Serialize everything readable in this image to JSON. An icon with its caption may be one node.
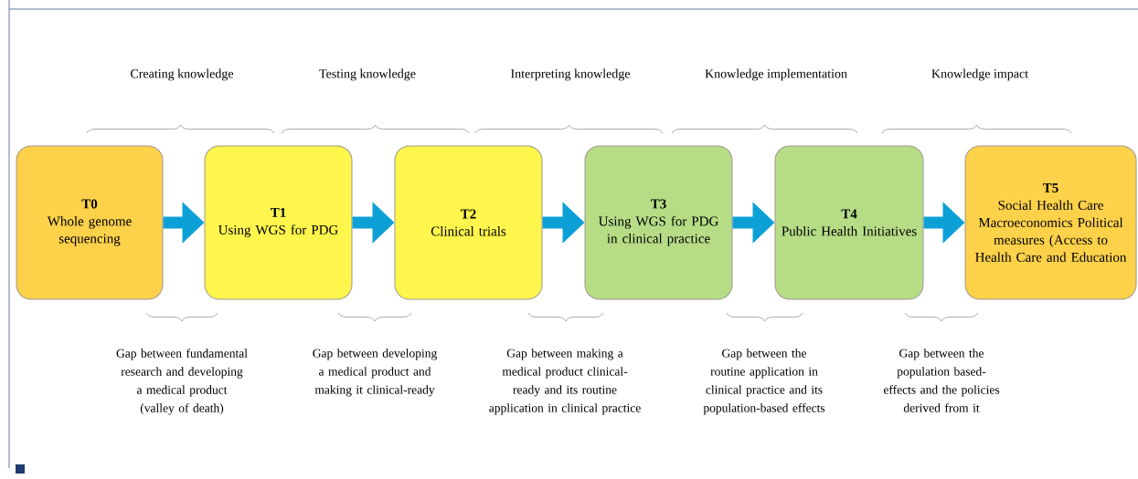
{
  "diagram": {
    "nodes": [
      {
        "text": [
          "T0",
          "Whole genome sequencing"
        ]
      },
      {
        "text": [
          "T1",
          "Using WGS for PDG"
        ]
      },
      {
        "text": [
          "T2",
          "Clinical trials"
        ]
      },
      {
        "text": [
          "T3",
          "Using WGS for PDG in clinical practice"
        ]
      },
      {
        "text": [
          "T4",
          "Public Health Initiatives"
        ]
      },
      {
        "text": [
          "T5",
          "Social Health Care Macroeconomics Political measures (Access to Health Care and Education"
        ]
      }
    ],
    "edges": [
      {
        "from": 0,
        "to": 1,
        "arrow": "to"
      },
      {
        "from": 1,
        "to": 2,
        "arrow": "to"
      },
      {
        "from": 2,
        "to": 3,
        "arrow": "to"
      },
      {
        "from": 3,
        "to": 4,
        "arrow": "to"
      },
      {
        "from": 4,
        "to": 5,
        "arrow": "to"
      }
    ],
    "labels": [
      "Creating knowledge",
      "Testing knowledge",
      "Interpreting knowledge",
      "Knowledge implementation",
      "Knowledge impact",
      "Gap between fundamental research and developing a medical product (valley of death)",
      "Gap between developing a medical product and making it clinical-ready",
      "Gap between making a medical product clinical-ready and its routine application in clinical practice",
      "Gap between the routine application in clinical practice and its population-based effects",
      "Gap between the population based-effects and the policies derived from it"
    ]
  }
}
